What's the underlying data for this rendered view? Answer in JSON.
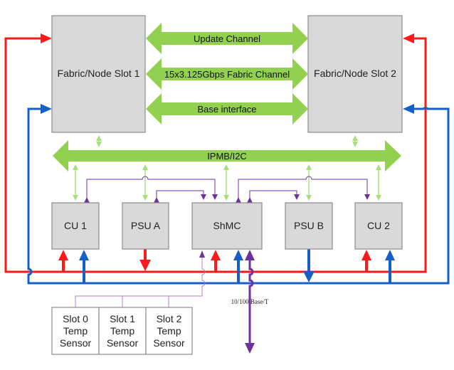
{
  "colors": {
    "box_fill": "#d9d9d9",
    "box_stroke": "#8c8c8c",
    "bus_green": "#92d050",
    "light_green": "#a9e07a",
    "red": "#ff1a1a",
    "blue": "#1560c8",
    "purple": "#7030a0",
    "light_purple": "#b07cd0"
  },
  "nodes": {
    "slot1": "Fabric/Node Slot 1",
    "slot2": "Fabric/Node Slot 2",
    "cu1": "CU 1",
    "psua": "PSU A",
    "shmc": "ShMC",
    "psub": "PSU B",
    "cu2": "CU 2"
  },
  "channels": {
    "update": "Update Channel",
    "fabric": "15x3.125Gbps Fabric Channel",
    "base": "Base interface",
    "ipmb": "IPMB/I2C"
  },
  "sensors": [
    {
      "line1": "Slot 0",
      "line2": "Temp",
      "line3": "Sensor"
    },
    {
      "line1": "Slot 1",
      "line2": "Temp",
      "line3": "Sensor"
    },
    {
      "line1": "Slot 2",
      "line2": "Temp",
      "line3": "Sensor"
    }
  ],
  "ethernet_label": "10/100 Base/T"
}
